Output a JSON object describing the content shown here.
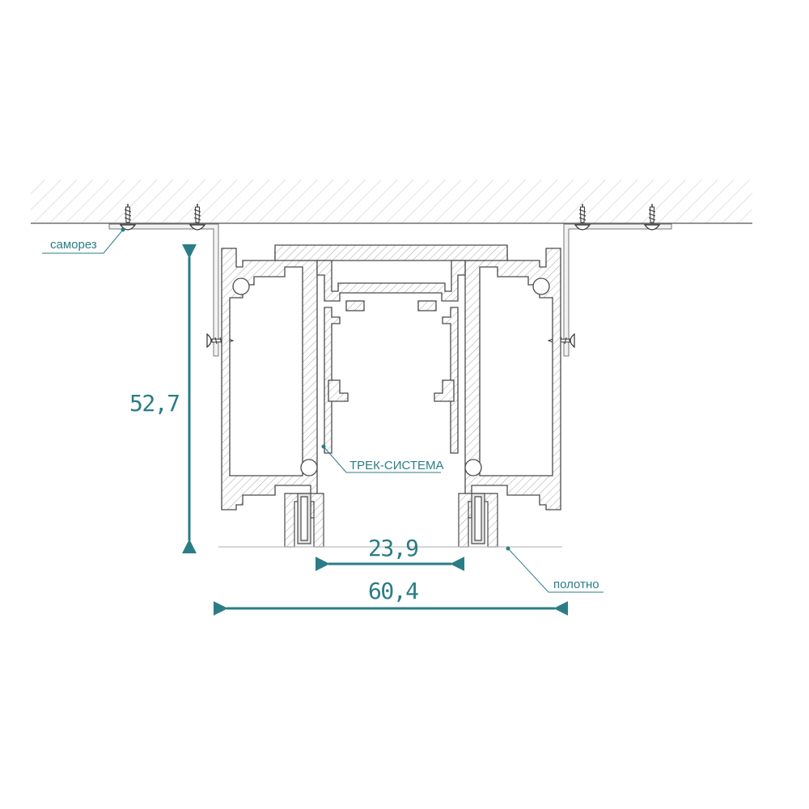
{
  "labels": {
    "screw": "саморез",
    "track": "ТРЕК-СИСТЕМА",
    "canvas": "полотно"
  },
  "dimensions": {
    "height": "52,7",
    "inner_width": "23,9",
    "outer_width": "60,4"
  },
  "colors": {
    "accent": "#2a7d86",
    "profile_stroke": "#4a4a4a",
    "hatch": "#c8c8c8"
  }
}
